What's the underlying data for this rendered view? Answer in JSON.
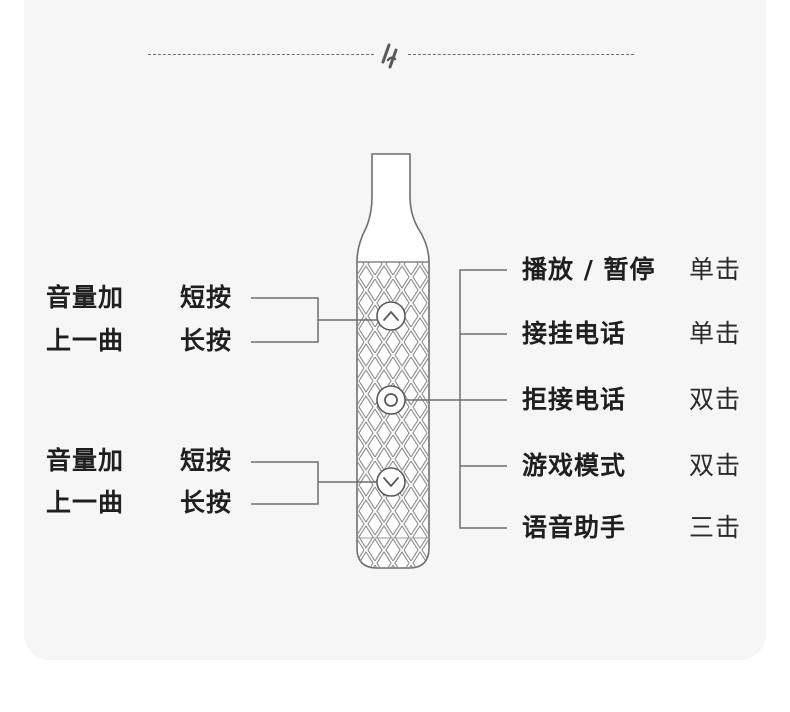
{
  "colors": {
    "card_background": "#f6f6f6",
    "line": "#6f6f6f",
    "text": "#1f1f1f"
  },
  "header": {
    "logo_icon": "brand-logo-icon"
  },
  "device": {
    "name": "pen-shaped device",
    "buttons": [
      {
        "id": "volume-up",
        "icon": "chevron-up-icon"
      },
      {
        "id": "multifunction",
        "icon": "circle-icon"
      },
      {
        "id": "volume-down",
        "icon": "chevron-down-icon"
      }
    ]
  },
  "left_groups": [
    {
      "rows": [
        {
          "function": "音量加",
          "action": "短按"
        },
        {
          "function": "上一曲",
          "action": "长按"
        }
      ]
    },
    {
      "rows": [
        {
          "function": "音量加",
          "action": "短按"
        },
        {
          "function": "上一曲",
          "action": "长按"
        }
      ]
    }
  ],
  "right_items": [
    {
      "function": "播放 / 暂停",
      "action": "单击"
    },
    {
      "function": "接挂电话",
      "action": "单击"
    },
    {
      "function": "拒接电话",
      "action": "双击"
    },
    {
      "function": "游戏模式",
      "action": "双击"
    },
    {
      "function": "语音助手",
      "action": "三击"
    }
  ]
}
